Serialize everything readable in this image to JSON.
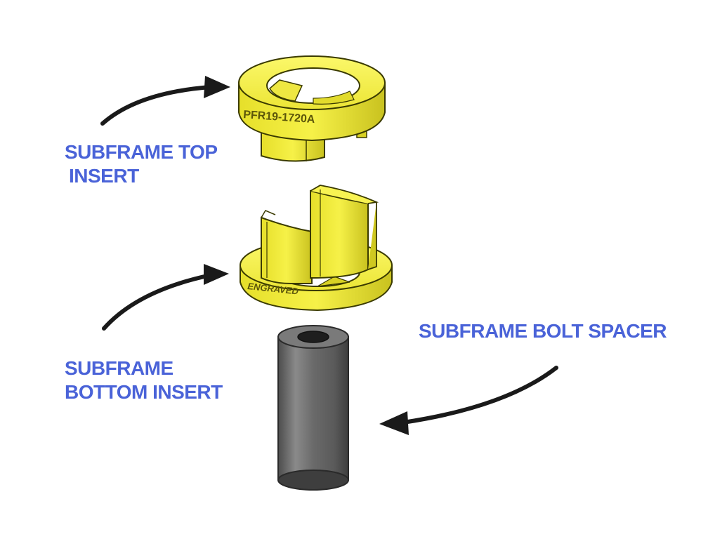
{
  "colors": {
    "label": "#4a63d8",
    "part_yellow": "#f4ee3c",
    "part_yellow_shadow": "#c9c21f",
    "part_yellow_dark": "#a59e12",
    "spacer_gray": "#6a6a6a",
    "arrow": "#1a1a1a"
  },
  "parts": {
    "top_insert": {
      "label_line1": "SUBFRAME TOP",
      "label_line2": "INSERT",
      "engraving": "PFR19-1720A"
    },
    "bottom_insert": {
      "label_line1": "SUBFRAME",
      "label_line2": "BOTTOM INSERT",
      "engraving": "ENGRAVED"
    },
    "spacer": {
      "label": "SUBFRAME BOLT SPACER"
    }
  }
}
